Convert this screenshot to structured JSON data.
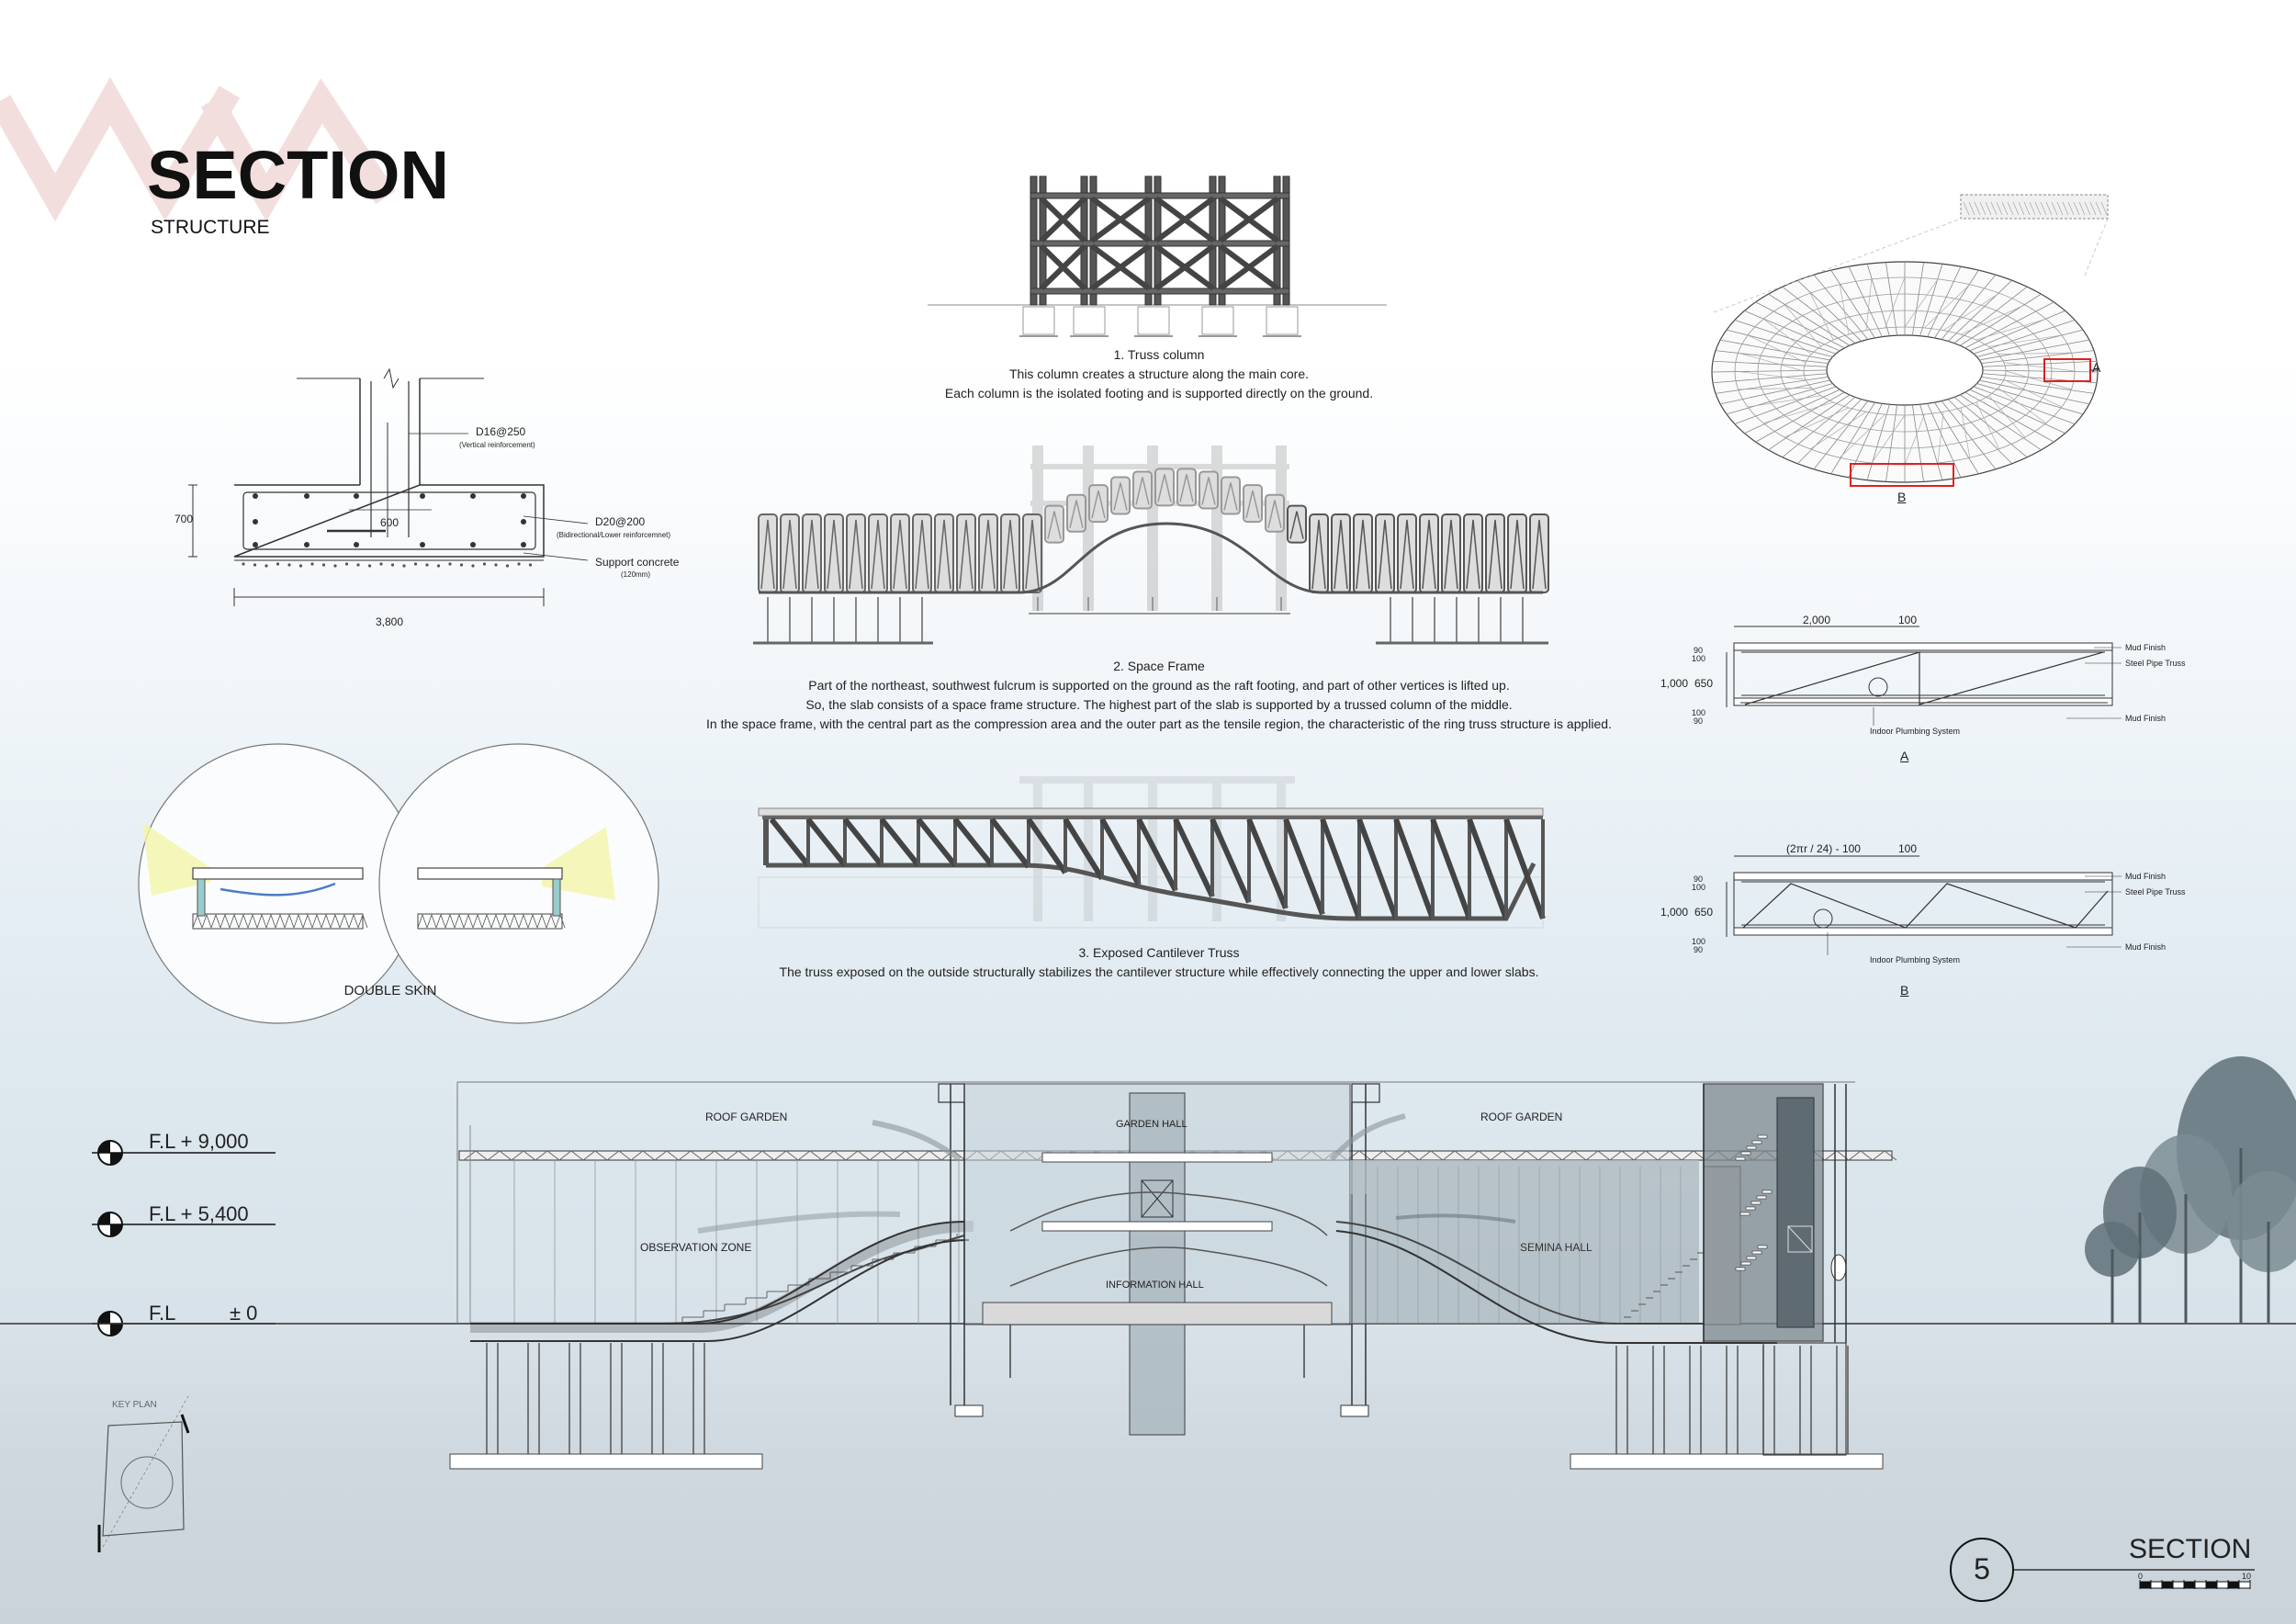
{
  "header": {
    "title": "SECTION",
    "subtitle": "STRUCTURE"
  },
  "footing": {
    "rebar_vertical": "D16@250",
    "rebar_vertical_note": "(Vertical reinforcement)",
    "rebar_lower": "D20@200",
    "rebar_lower_note": "(Bidirectional/Lower reinforcemnet)",
    "support": "Support concrete",
    "support_note": "(120mm)",
    "dim_height": "700",
    "dim_inner": "600",
    "dim_width": "3,800"
  },
  "truss_column": {
    "title": "1. Truss column",
    "lines": [
      "This column creates a structure along the main core.",
      "Each column is the isolated footing and is supported directly on the ground."
    ]
  },
  "space_frame": {
    "title": "2. Space Frame",
    "lines": [
      "Part of the northeast, southwest fulcrum is supported on the ground as the raft footing, and part of other vertices is lifted up.",
      "So, the slab consists of a space frame structure. The highest part of the slab is supported by a trussed column of the middle.",
      "In the space frame, with the central part as the compression area and the outer part as the tensile region, the characteristic of the ring truss structure is applied."
    ]
  },
  "cantilever": {
    "title": "3. Exposed Cantilever Truss",
    "line": "The truss exposed on the outside structurally stabilizes the cantilever structure while effectively connecting the upper and lower slabs."
  },
  "double_skin": {
    "label": "DOUBLE SKIN"
  },
  "ring": {
    "label_a": "A",
    "label_b": "B"
  },
  "detail_a": {
    "dim_top": "2,000",
    "dim_top2": "100",
    "d90a": "90",
    "d100a": "100",
    "d1000": "1,000",
    "d650": "650",
    "d100b": "100",
    "d90b": "90",
    "mud_top": "Mud Finish",
    "steel": "Steel Pipe Truss",
    "plumbing": "Indoor Plumbing System",
    "mud_bottom": "Mud Finish",
    "label": "A"
  },
  "detail_b": {
    "dim_top": "(2πr / 24) - 100",
    "dim_top2": "100",
    "d90a": "90",
    "d100a": "100",
    "d1000": "1,000",
    "d650": "650",
    "d100b": "100",
    "d90b": "90",
    "mud_top": "Mud Finish",
    "steel": "Steel Pipe Truss",
    "plumbing": "Indoor Plumbing System",
    "mud_bottom": "Mud Finish",
    "label": "B"
  },
  "levels": [
    {
      "label": "F.L  + 9,000"
    },
    {
      "label": "F.L  + 5,400"
    },
    {
      "label": "F.L",
      "value": "± 0"
    }
  ],
  "section": {
    "roof_garden_left": "ROOF GARDEN",
    "garden_hall": "GARDEN HALL",
    "roof_garden_right": "ROOF GARDEN",
    "observation_zone": "OBSERVATION ZONE",
    "information_hall": "INFORMATION HALL",
    "semina_hall": "SEMINA HALL"
  },
  "key_plan": {
    "label": "KEY PLAN"
  },
  "footer": {
    "sheet_number": "5",
    "title": "SECTION",
    "scale_start": "0",
    "scale_end": "10"
  }
}
